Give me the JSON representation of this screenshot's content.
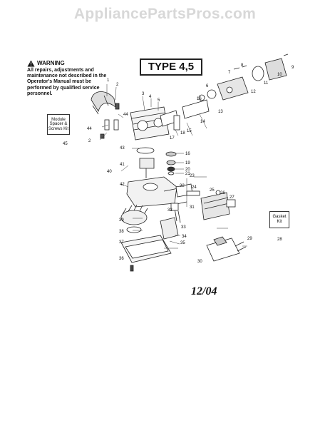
{
  "watermark": "AppliancePartsPros.com",
  "warning": {
    "title": "WARNING",
    "body": "All repairs, adjustments and maintenance not described in the Operator's Manual must be performed by qualified service personnel."
  },
  "type_label": "TYPE 4,5",
  "kits": {
    "module": {
      "label": "Module Spacer & Screws Kit",
      "number": "45"
    },
    "gasket": {
      "label": "Gasket Kit",
      "number": "28"
    }
  },
  "date": "12/04",
  "callouts": [
    "1",
    "2",
    "3",
    "4",
    "5",
    "6",
    "7",
    "8",
    "9",
    "10",
    "11",
    "12",
    "13",
    "14",
    "15",
    "16",
    "17",
    "18",
    "19",
    "20",
    "21",
    "22",
    "23",
    "24",
    "25",
    "26",
    "27",
    "29",
    "30",
    "31",
    "32",
    "33",
    "34",
    "35",
    "36",
    "37",
    "38",
    "39",
    "40",
    "41",
    "42",
    "43",
    "44"
  ]
}
